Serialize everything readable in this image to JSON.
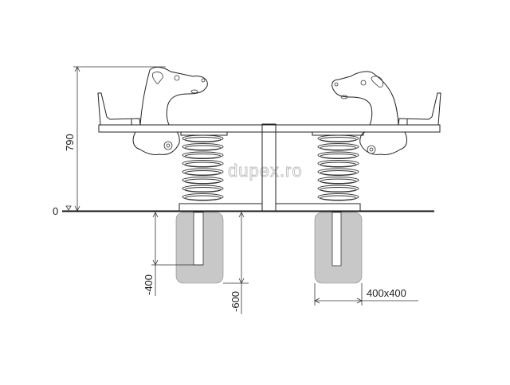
{
  "drawing": {
    "height_label": "790",
    "ground_label": "0",
    "depth_post_label": "-400",
    "depth_foundation_label": "-600",
    "foundation_size_label": "400x400",
    "watermark": "dupex.ro"
  },
  "colors": {
    "line": "#222222",
    "foundation": "#c8c8c8",
    "watermark": "#bdbdbd"
  }
}
